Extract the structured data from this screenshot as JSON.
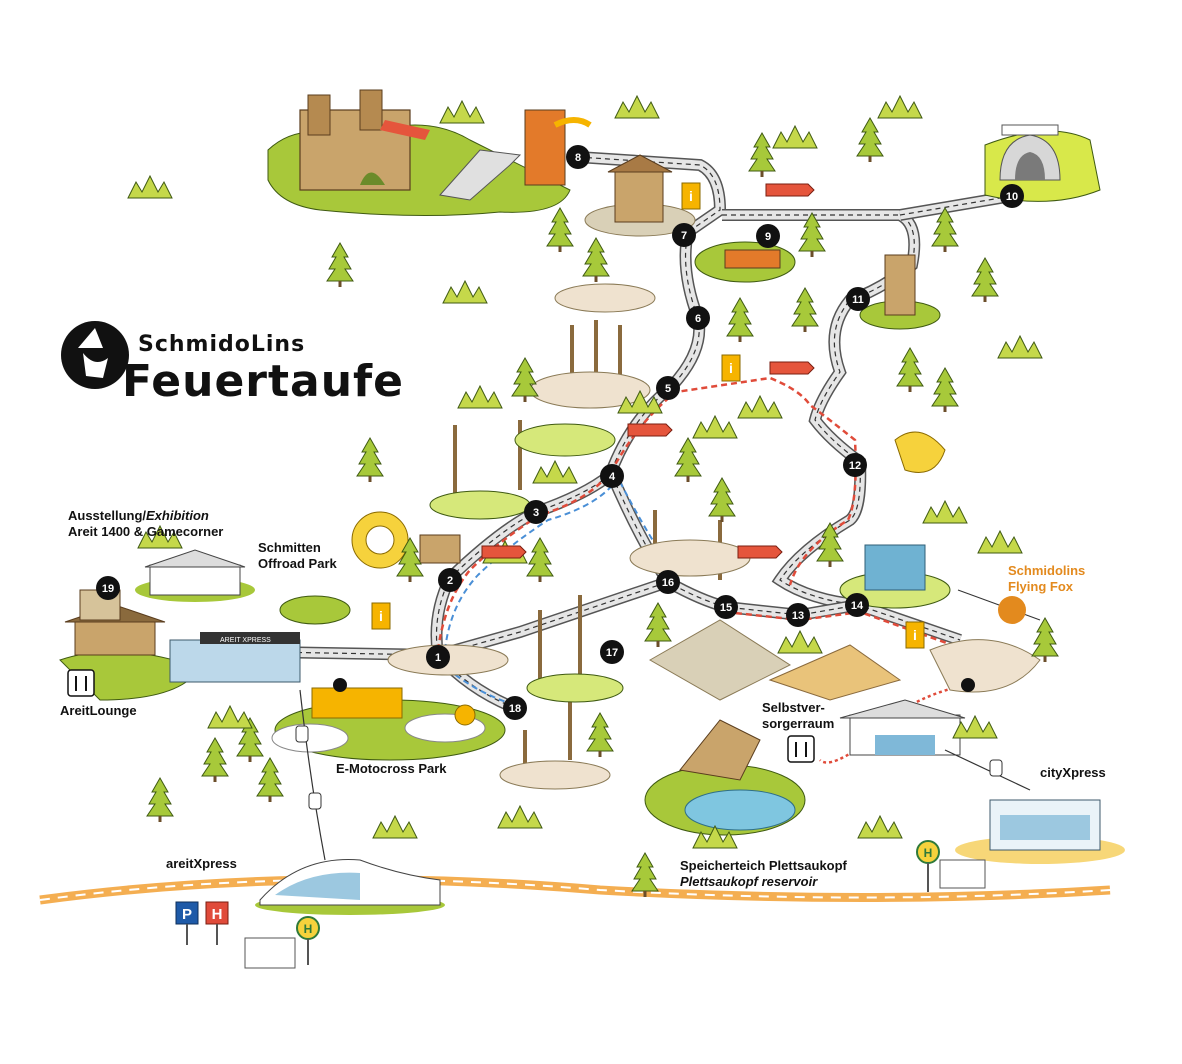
{
  "title": {
    "line1": "SchmidoLins",
    "line2": "Feuertaufe"
  },
  "stations": [
    "1",
    "2",
    "3",
    "4",
    "5",
    "6",
    "7",
    "8",
    "9",
    "10",
    "11",
    "12",
    "13",
    "14",
    "15",
    "16",
    "17",
    "18",
    "19"
  ],
  "labels": {
    "exhibition_line1_de": "Ausstellung/",
    "exhibition_line1_en": "Exhibition",
    "exhibition_line2": "Areit 1400 & Gamecorner",
    "offroad_line1": "Schmitten",
    "offroad_line2": "Offroad Park",
    "flyingfox_line1": "Schmidolins",
    "flyingfox_line2": "Flying Fox",
    "lounge": "AreitLounge",
    "emotocross": "E-Motocross Park",
    "selbst_line1": "Selbstver-",
    "selbst_line2": "sorgerraum",
    "cityxpress": "cityXpress",
    "areitxpress": "areitXpress",
    "reservoir_de": "Speicherteich Plettsaukopf",
    "reservoir_en": "Plettsaukopf reservoir",
    "station_sign": "AREIT XPRESS"
  },
  "signs": {
    "parking": "P",
    "hotel": "H",
    "bus": "H"
  },
  "colors": {
    "grass": "#a8c83a",
    "grass_light": "#d6e87a",
    "tree": "#9bbf2e",
    "path": "#d9d9d9",
    "path_edge": "#555555",
    "route_red": "#e04b3a",
    "route_blue": "#4a8fd6",
    "station_marker": "#111111",
    "info_sign": "#f6b400",
    "road_orange": "#f2a033",
    "sand": "#efe2cf",
    "accent_orange": "#e38a1e"
  },
  "icons": [
    "restaurant-icon",
    "parking-icon",
    "hotel-icon",
    "bus-stop-icon",
    "info-icon",
    "direction-sign-icon",
    "gondola-icon",
    "tree-icon"
  ]
}
